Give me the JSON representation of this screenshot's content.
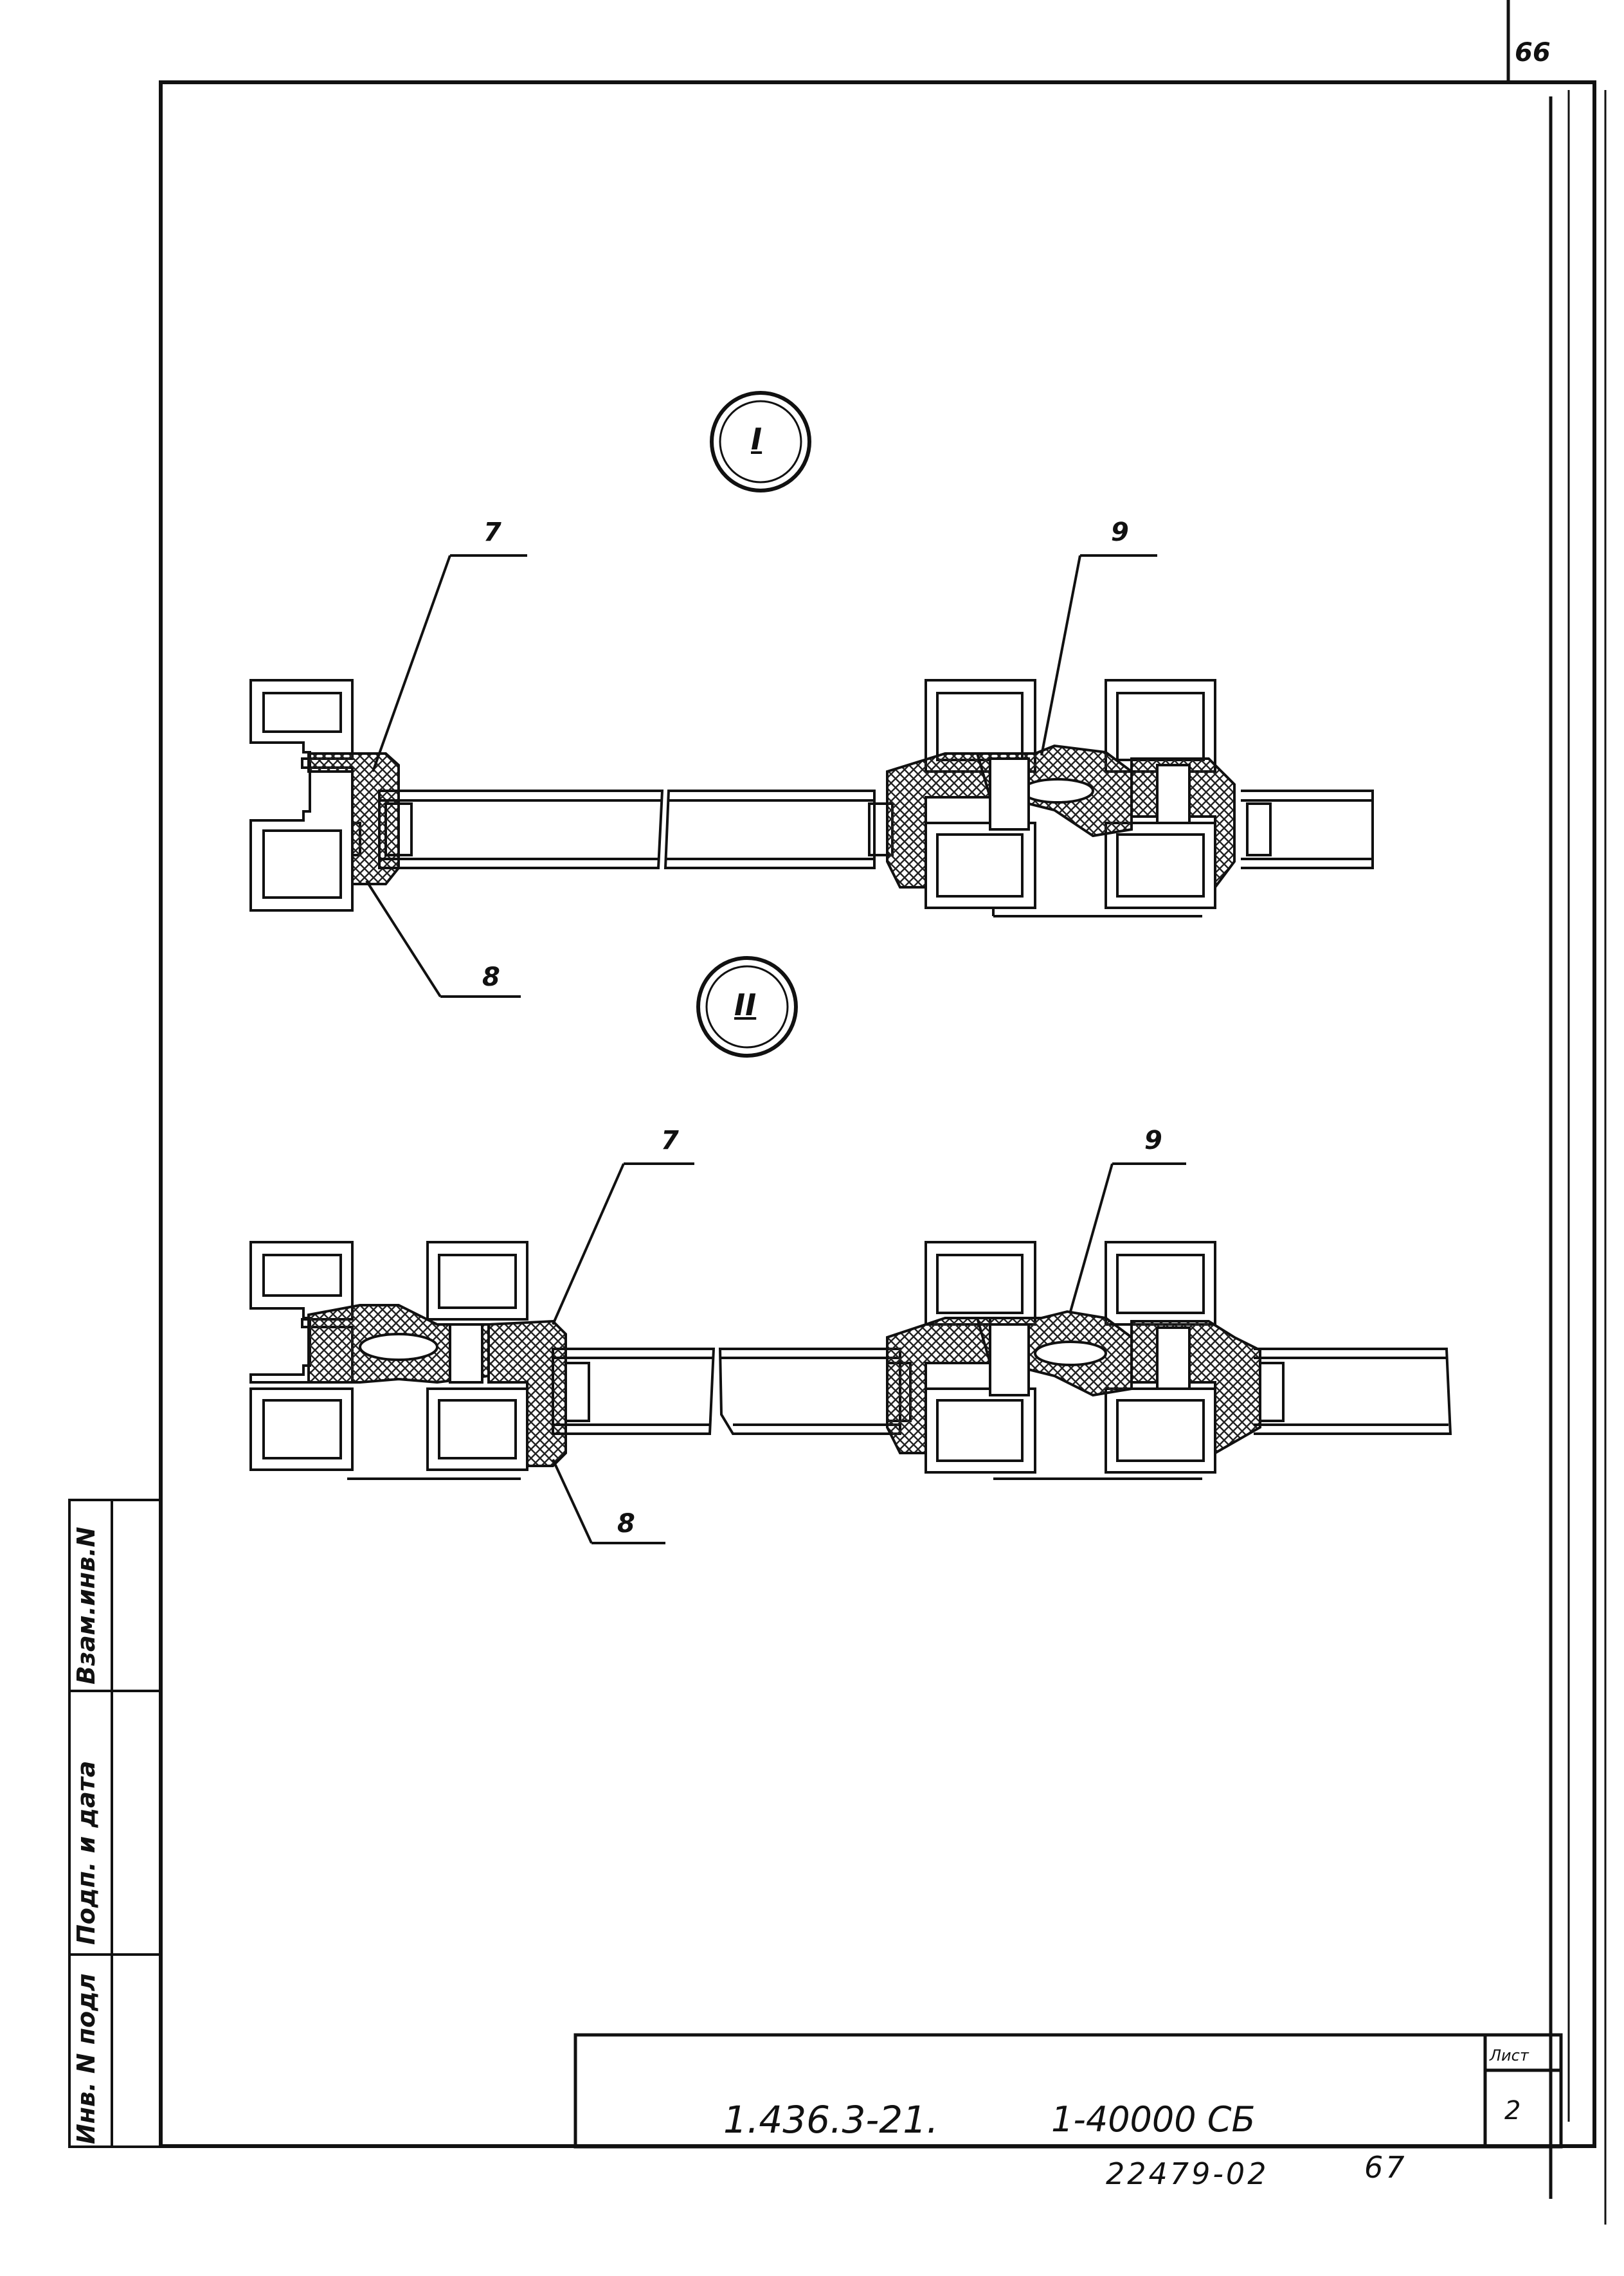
{
  "page": {
    "corner_number": "66",
    "view_labels": {
      "one": "I",
      "two": "II"
    },
    "callouts": {
      "view1_left_top": "7",
      "view1_left_bottom": "8",
      "view1_right_top": "9",
      "view2_left_top": "7",
      "view2_left_bottom": "8",
      "view2_right_top": "9"
    },
    "side_stamp": {
      "field1": "Инв. N подл",
      "field2": "Подп. и дата",
      "field3": "Взам.инв.N"
    },
    "title_block": {
      "doc_code": "1.436.3-21.",
      "sheet_code": "1-40000 СБ",
      "list_label": "Лист",
      "list_number": "2"
    },
    "footer": {
      "archive_number": "22479-02",
      "page_number": "67"
    }
  }
}
